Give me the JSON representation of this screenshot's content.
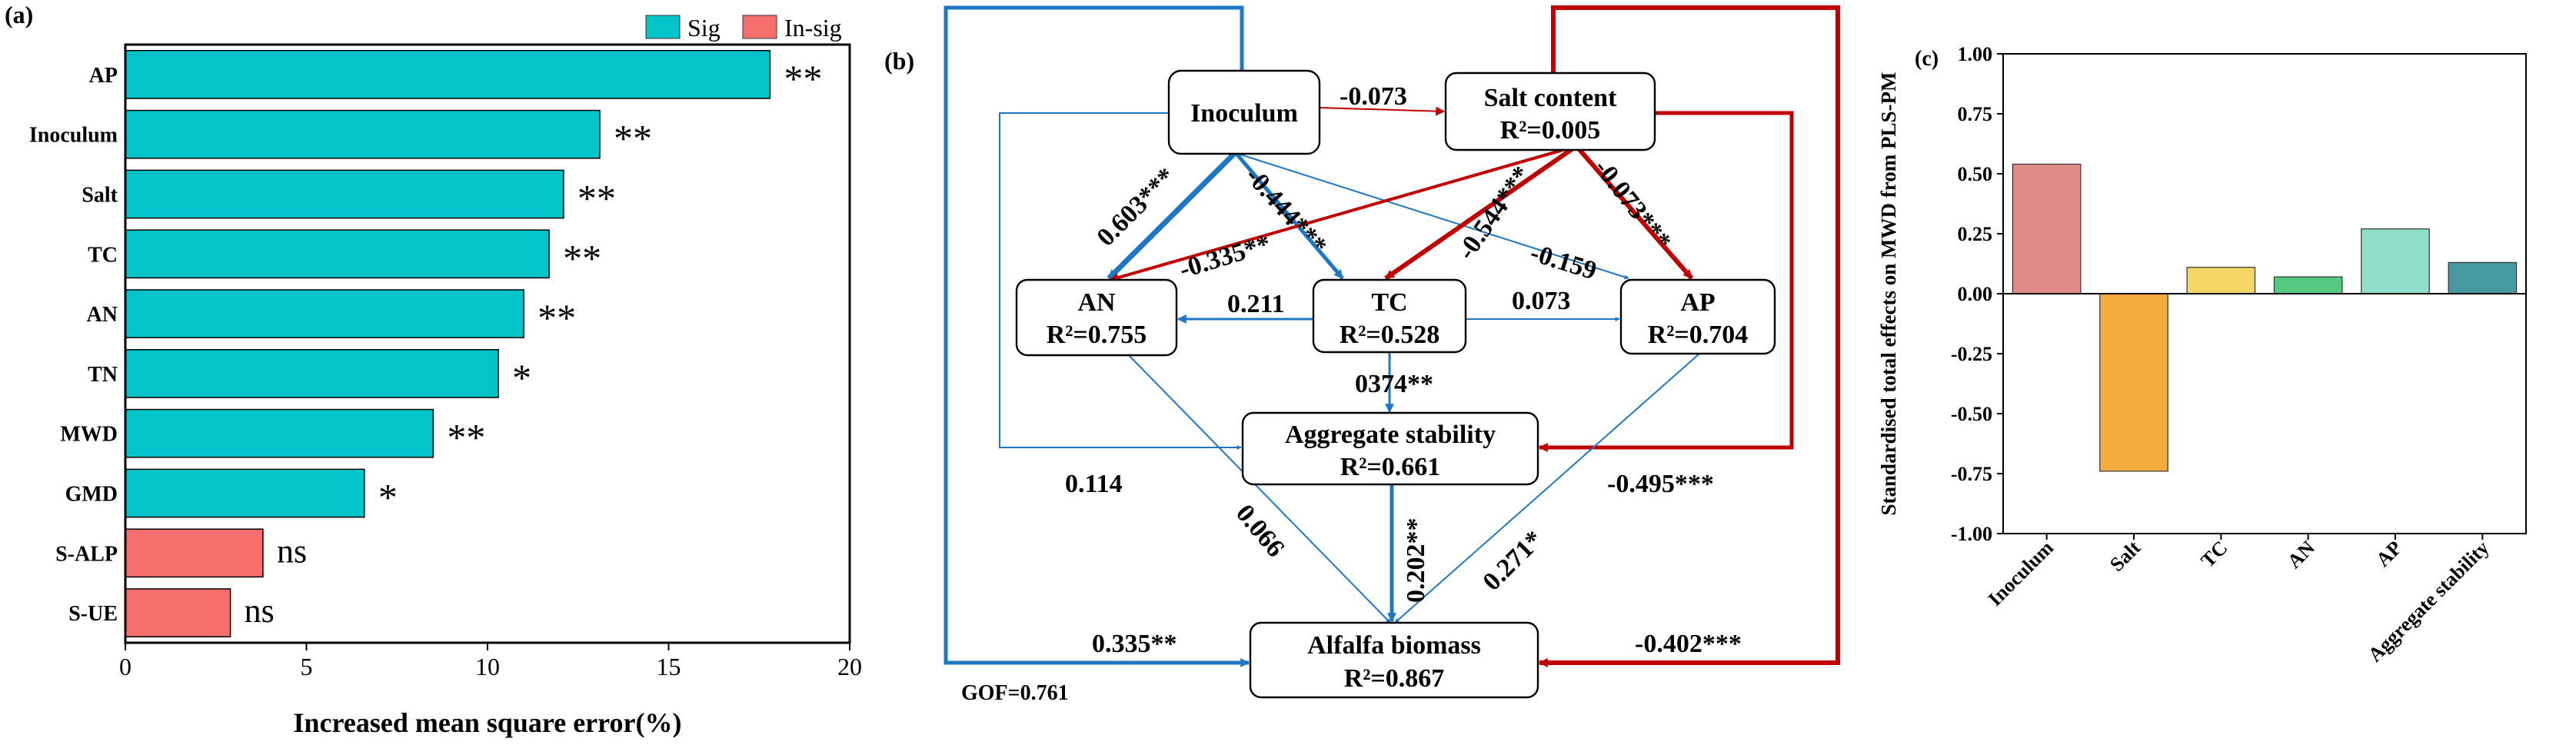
{
  "chart_data": [
    {
      "type": "bar",
      "orientation": "horizontal",
      "panel_label": "(a)",
      "categories": [
        "AP",
        "Inoculum",
        "Salt",
        "TC",
        "AN",
        "TN",
        "MWD",
        "GMD",
        "S-ALP",
        "S-UE"
      ],
      "values": [
        17.8,
        13.1,
        12.1,
        11.7,
        11.0,
        10.3,
        8.5,
        6.6,
        3.8,
        2.9
      ],
      "groups": [
        "Sig",
        "Sig",
        "Sig",
        "Sig",
        "Sig",
        "Sig",
        "Sig",
        "Sig",
        "In-sig",
        "In-sig"
      ],
      "significance": [
        "**",
        "**",
        "**",
        "**",
        "**",
        "*",
        "**",
        "*",
        "ns",
        "ns"
      ],
      "legend": [
        {
          "name": "Sig",
          "color": "#00c4c7"
        },
        {
          "name": "In-sig",
          "color": "#f76f6c"
        }
      ],
      "legend_position": "top-right",
      "xlabel": "Increased mean square error(%)",
      "ylabel": "",
      "xlim": [
        0,
        20
      ],
      "xticks": [
        0,
        5,
        10,
        15,
        20
      ],
      "grid": false
    },
    {
      "type": "diagram",
      "panel_label": "(b)",
      "nodes": [
        {
          "id": "inoculum",
          "label": "Inoculum",
          "r2": ""
        },
        {
          "id": "salt",
          "label": "Salt content",
          "r2": "R²=0.005"
        },
        {
          "id": "an",
          "label": "AN",
          "r2": "R²=0.755"
        },
        {
          "id": "tc",
          "label": "TC",
          "r2": "R²=0.528"
        },
        {
          "id": "ap",
          "label": "AP",
          "r2": "R²=0.704"
        },
        {
          "id": "agg",
          "label": "Aggregate stability",
          "r2": "R²=0.661"
        },
        {
          "id": "alfalfa",
          "label": "Alfalfa biomass",
          "r2": "R²=0.867"
        }
      ],
      "paths": [
        {
          "from": "inoculum",
          "to": "salt",
          "coef": "-0.073",
          "sign": "negative"
        },
        {
          "from": "inoculum",
          "to": "an",
          "coef": "0.603***",
          "sign": "positive"
        },
        {
          "from": "inoculum",
          "to": "tc",
          "coef": "-0.444***",
          "sign": "positive"
        },
        {
          "from": "inoculum",
          "to": "ap",
          "coef": "-0.159",
          "sign": "positive"
        },
        {
          "from": "inoculum",
          "to": "agg",
          "coef": "0.114",
          "sign": "positive"
        },
        {
          "from": "inoculum",
          "to": "alfalfa",
          "coef": "0.335**",
          "sign": "positive"
        },
        {
          "from": "salt",
          "to": "an",
          "coef": "-0.335**",
          "sign": "negative"
        },
        {
          "from": "salt",
          "to": "tc",
          "coef": "-0.544***",
          "sign": "negative"
        },
        {
          "from": "salt",
          "to": "ap",
          "coef": "-0.073***",
          "sign": "negative"
        },
        {
          "from": "salt",
          "to": "agg",
          "coef": "-0.495***",
          "sign": "negative"
        },
        {
          "from": "salt",
          "to": "alfalfa",
          "coef": "-0.402***",
          "sign": "negative"
        },
        {
          "from": "tc",
          "to": "an",
          "coef": "0.211",
          "sign": "positive"
        },
        {
          "from": "tc",
          "to": "ap",
          "coef": "0.073",
          "sign": "positive"
        },
        {
          "from": "tc",
          "to": "agg",
          "coef": "0374**",
          "sign": "positive"
        },
        {
          "from": "an",
          "to": "alfalfa",
          "coef": "0.066",
          "sign": "positive"
        },
        {
          "from": "agg",
          "to": "alfalfa",
          "coef": "0.202**",
          "sign": "positive"
        },
        {
          "from": "ap",
          "to": "alfalfa",
          "coef": "0.271*",
          "sign": "positive"
        }
      ],
      "gof": "GOF=0.761",
      "colors": {
        "positive": "#1f77c4",
        "negative": "#c00000"
      }
    },
    {
      "type": "bar",
      "orientation": "vertical",
      "panel_label": "(c)",
      "categories": [
        "Inoculum",
        "Salt",
        "TC",
        "AN",
        "AP",
        "Aggregate stability"
      ],
      "values": [
        0.54,
        -0.74,
        0.11,
        0.07,
        0.27,
        0.13
      ],
      "colors": [
        "#e08c84",
        "#f5ac3f",
        "#f5d768",
        "#54c97f",
        "#8fdfcb",
        "#479aa1"
      ],
      "ylabel": "Standardised total effects on MWD from PLS-PM",
      "xlabel": "",
      "ylim": [
        -1.0,
        1.0
      ],
      "yticks": [
        "-1.00",
        "-0.75",
        "-0.50",
        "-0.25",
        "0.00",
        "0.25",
        "0.50",
        "0.75",
        "1.00"
      ],
      "grid": false
    }
  ]
}
